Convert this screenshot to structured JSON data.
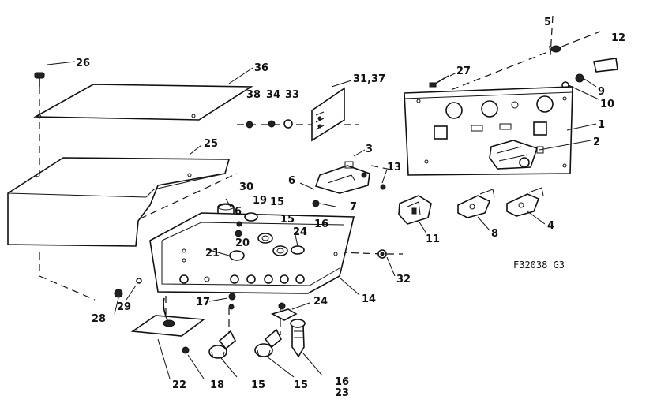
{
  "drawing_code": "F32038 G3",
  "callouts": {
    "c26": "26",
    "c36": "36",
    "c25": "25",
    "c38": "38",
    "c34": "34",
    "c33": "33",
    "c31_37": "31,37",
    "c27": "27",
    "c5": "5",
    "c12": "12",
    "c9": "9",
    "c10": "10",
    "c1": "1",
    "c2": "2",
    "c3": "3",
    "c6a": "6",
    "c7": "7",
    "c13": "13",
    "c30": "30",
    "c19": "19",
    "c15a": "15",
    "c15b": "15",
    "c6b": "6",
    "c20": "20",
    "c24a": "24",
    "c16a": "16",
    "c21": "21",
    "c11": "11",
    "c8": "8",
    "c4": "4",
    "c32": "32",
    "c14": "14",
    "c28": "28",
    "c29": "29",
    "c17": "17",
    "c24b": "24",
    "c22": "22",
    "c18": "18",
    "c15c": "15",
    "c15d": "15",
    "c16b": "16",
    "c23": "23"
  }
}
